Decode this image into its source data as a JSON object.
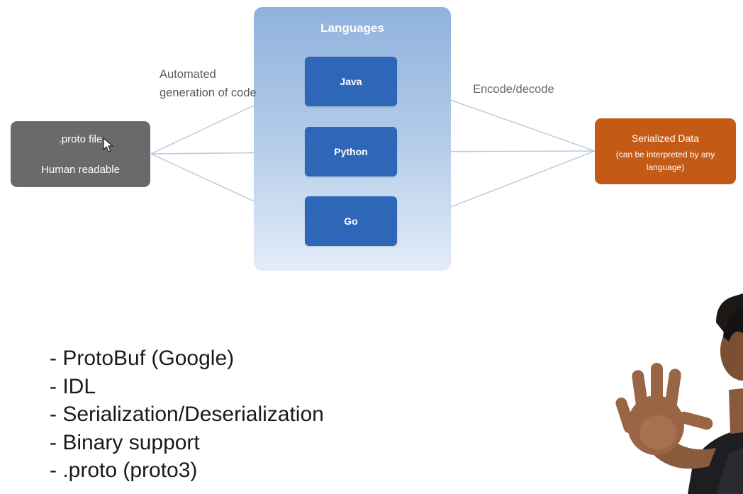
{
  "diagram": {
    "languages_panel": {
      "title": "Languages",
      "items": [
        "Java",
        "Python",
        "Go"
      ]
    },
    "source": {
      "line1": ".proto file",
      "line2": "Human readable"
    },
    "target": {
      "title": "Serialized Data",
      "subtitle": "(can be interpreted by any language)"
    },
    "label_left": "Automated generation of code",
    "label_right": "Encode/decode"
  },
  "bullets": [
    "- ProtoBuf (Google)",
    "- IDL",
    "- Serialization/Deserialization",
    "- Binary support",
    "- .proto (proto3)"
  ],
  "colors": {
    "language_box": "#2f67b8",
    "source_box": "#6a6a6a",
    "target_box": "#c35b17",
    "arrow": "#a7bde0"
  }
}
